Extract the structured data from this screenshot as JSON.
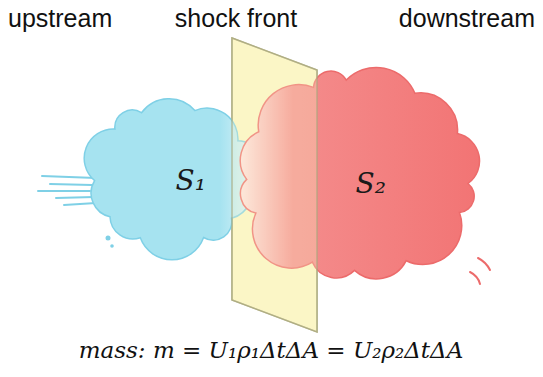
{
  "diagram": {
    "nodes": [
      {
        "text": [
          "S₁"
        ]
      },
      {
        "text": [
          "S₂"
        ]
      }
    ],
    "labels": [
      "upstream",
      "shock front",
      "downstream",
      "mass: m = U₁ρ₁ΔtΔA = U₂ρ₂ΔtΔA"
    ]
  }
}
